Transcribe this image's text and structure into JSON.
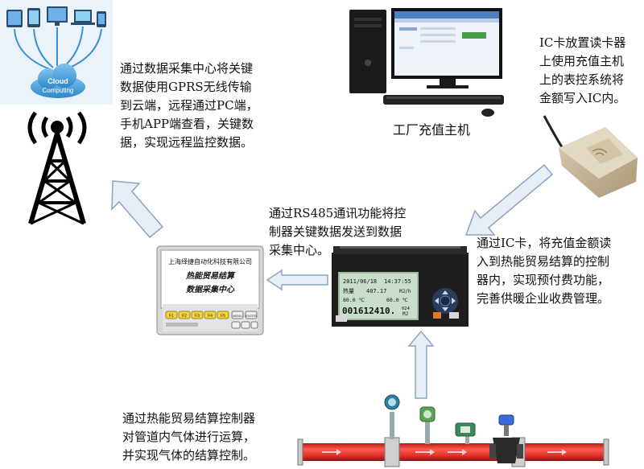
{
  "texts": {
    "cloud_desc": "通过数据采集中心将关键\n数据使用GPRS无线传输\n到云端，远程通过PC端，\n手机APP端查看，关键数\n据，实现远程监控数据。",
    "pc_label": "工厂充值主机",
    "ic_reader_desc": "IC卡放置读卡器\n上使用充值主机\n上的表控系统将\n金额写入IC内。",
    "rs485_desc": "通过RS485通讯功能将控\n制器关键数据发送到数据\n采集中心。",
    "ic_card_desc": "通过IC卡，将充值金额读\n入到热能贸易结算的控制\n器内，实现预付费功能，\n完善供暖企业收费管理。",
    "pipe_desc": "通过热能贸易结算控制器\n对管道内气体进行运算，\n并实现气体的结算控制。"
  },
  "cloud": {
    "label_line1": "Cloud",
    "label_line2": "Computing"
  },
  "data_center": {
    "company": "上海绎捷自动化科技有限公司",
    "title_line1": "热能贸易结算",
    "title_line2": "数据采集中心",
    "keys": [
      "F1",
      "F2",
      "F3",
      "F4",
      "F5"
    ],
    "side_keys": [
      "MENU",
      "ENTER"
    ]
  },
  "controller": {
    "date": "2011/06/18",
    "time": "14:37:55",
    "heat_label": "热量",
    "heat_value": "407.17",
    "heat_unit": "MJ/h",
    "temp1": "80.0 ℃",
    "temp2": "60.0 ℃",
    "total": "001612410.",
    "total_decimal": "024",
    "total_unit": "MJ"
  },
  "colors": {
    "arrow_fill": "#e6eef7",
    "arrow_stroke": "#8ea3bf",
    "pipe": "#e0312a"
  }
}
